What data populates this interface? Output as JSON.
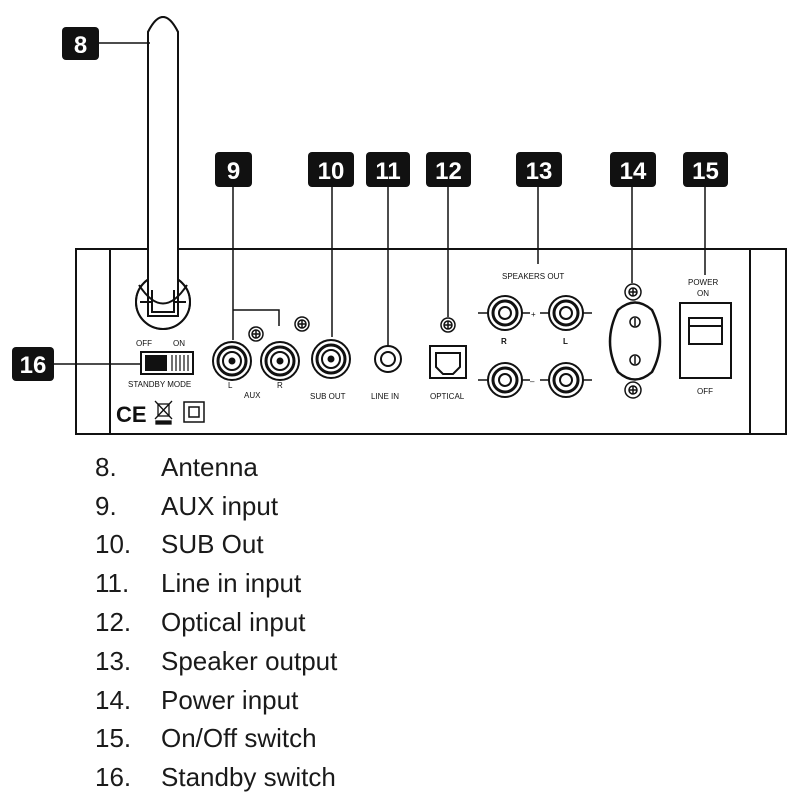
{
  "badges": [
    "8",
    "9",
    "10",
    "11",
    "12",
    "13",
    "14",
    "15",
    "16"
  ],
  "labels": {
    "off": "OFF",
    "on": "ON",
    "standby_mode": "STANDBY MODE",
    "aux_l": "L",
    "aux_r": "R",
    "aux": "AUX",
    "sub_out": "SUB OUT",
    "line_in": "LINE IN",
    "optical": "OPTICAL",
    "speakers_out": "SPEAKERS OUT",
    "plus": "+",
    "minus": "–",
    "spk_r": "R",
    "spk_l": "L",
    "power": "POWER",
    "power_on": "ON",
    "power_off": "OFF",
    "ce": "CE"
  },
  "legend": [
    {
      "num": "8.",
      "text": "Antenna"
    },
    {
      "num": "9.",
      "text": "AUX input"
    },
    {
      "num": "10.",
      "text": "SUB Out"
    },
    {
      "num": "11.",
      "text": "Line in input"
    },
    {
      "num": "12.",
      "text": "Optical input"
    },
    {
      "num": "13.",
      "text": "Speaker output"
    },
    {
      "num": "14.",
      "text": "Power input"
    },
    {
      "num": "15.",
      "text": "On/Off switch"
    },
    {
      "num": "16.",
      "text": "Standby switch"
    }
  ]
}
